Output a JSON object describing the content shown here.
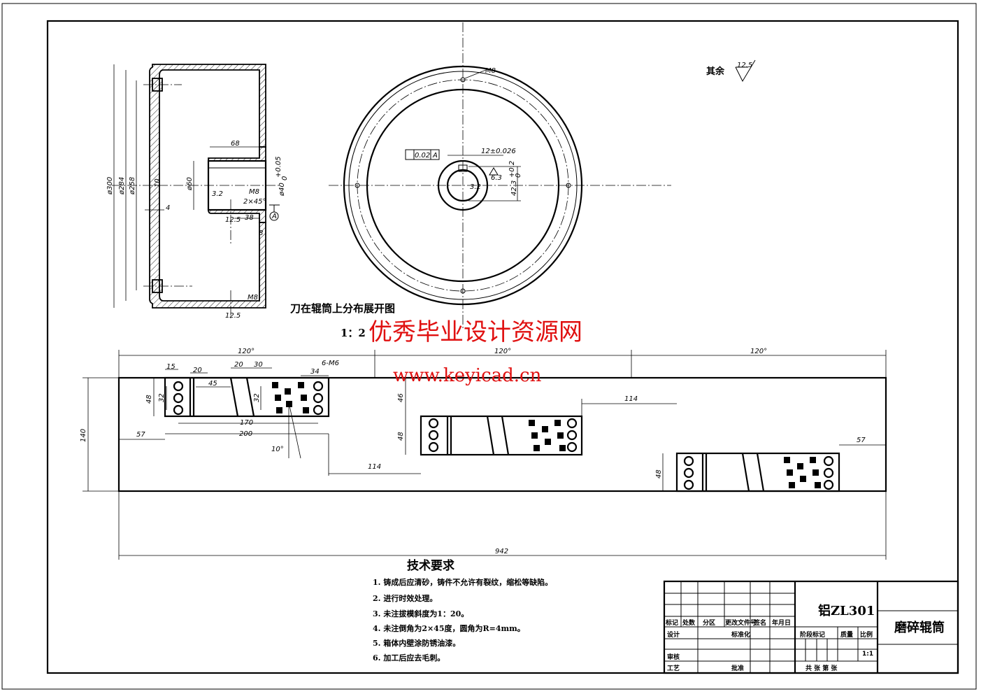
{
  "surface_roughness_other": {
    "label": "其余",
    "value": "12.5"
  },
  "section_view": {
    "dims": [
      "ø300",
      "ø284",
      "ø258",
      "10",
      "4",
      "68",
      "ø60",
      "ø40",
      "+0.05",
      "0",
      "M8",
      "2×45°",
      "3.2",
      "12.5",
      "38",
      "8",
      "M8",
      "12.5"
    ],
    "datum": "A"
  },
  "front_view": {
    "tolerance_frame": {
      "value": "0.02",
      "datum": "A"
    },
    "dims": [
      "12±0.026",
      "42.3",
      "+0.2",
      "0",
      "6.3",
      "3.2",
      "M8"
    ]
  },
  "layout_title": {
    "title": "刀在辊筒上分布展开图",
    "scale": "1：2"
  },
  "strip": {
    "angles": [
      "120°",
      "120°",
      "120°"
    ],
    "dims": [
      "15",
      "20",
      "20",
      "30",
      "34",
      "6-M6",
      "45",
      "48",
      "32",
      "32",
      "170",
      "200",
      "57",
      "10°",
      "114",
      "46",
      "48",
      "114",
      "57",
      "48",
      "140",
      "942"
    ]
  },
  "watermark": {
    "line1": "优秀毕业设计资源网",
    "line2": "www.keyicad.cn"
  },
  "tech_requirements": {
    "title": "技术要求",
    "items": [
      "1. 铸成后应清砂，铸件不允许有裂纹，缩松等缺陷。",
      "2. 进行时效处理。",
      "3. 未注拔模斜度为1：20。",
      "4. 未注倒角为2×45度，圆角为R=4mm。",
      "5. 箱体内壁涂防锈油漆。",
      "6. 加工后应去毛刺。"
    ]
  },
  "title_block": {
    "material": "铝ZL301",
    "part_name": "磨碎辊筒",
    "header_cells": [
      "标记",
      "处数",
      "分区",
      "更改文件号",
      "签名",
      "年月日"
    ],
    "design": "设计",
    "standardize": "标准化",
    "review": "审核",
    "process": "工艺",
    "approve": "批准",
    "stage_mark": "阶段标记",
    "mass": "质量",
    "ratio": "比例",
    "scale_value": "1:1",
    "sheets": "共 张 第 张"
  },
  "colors": {
    "line": "#000000",
    "watermark": "#e01010"
  }
}
